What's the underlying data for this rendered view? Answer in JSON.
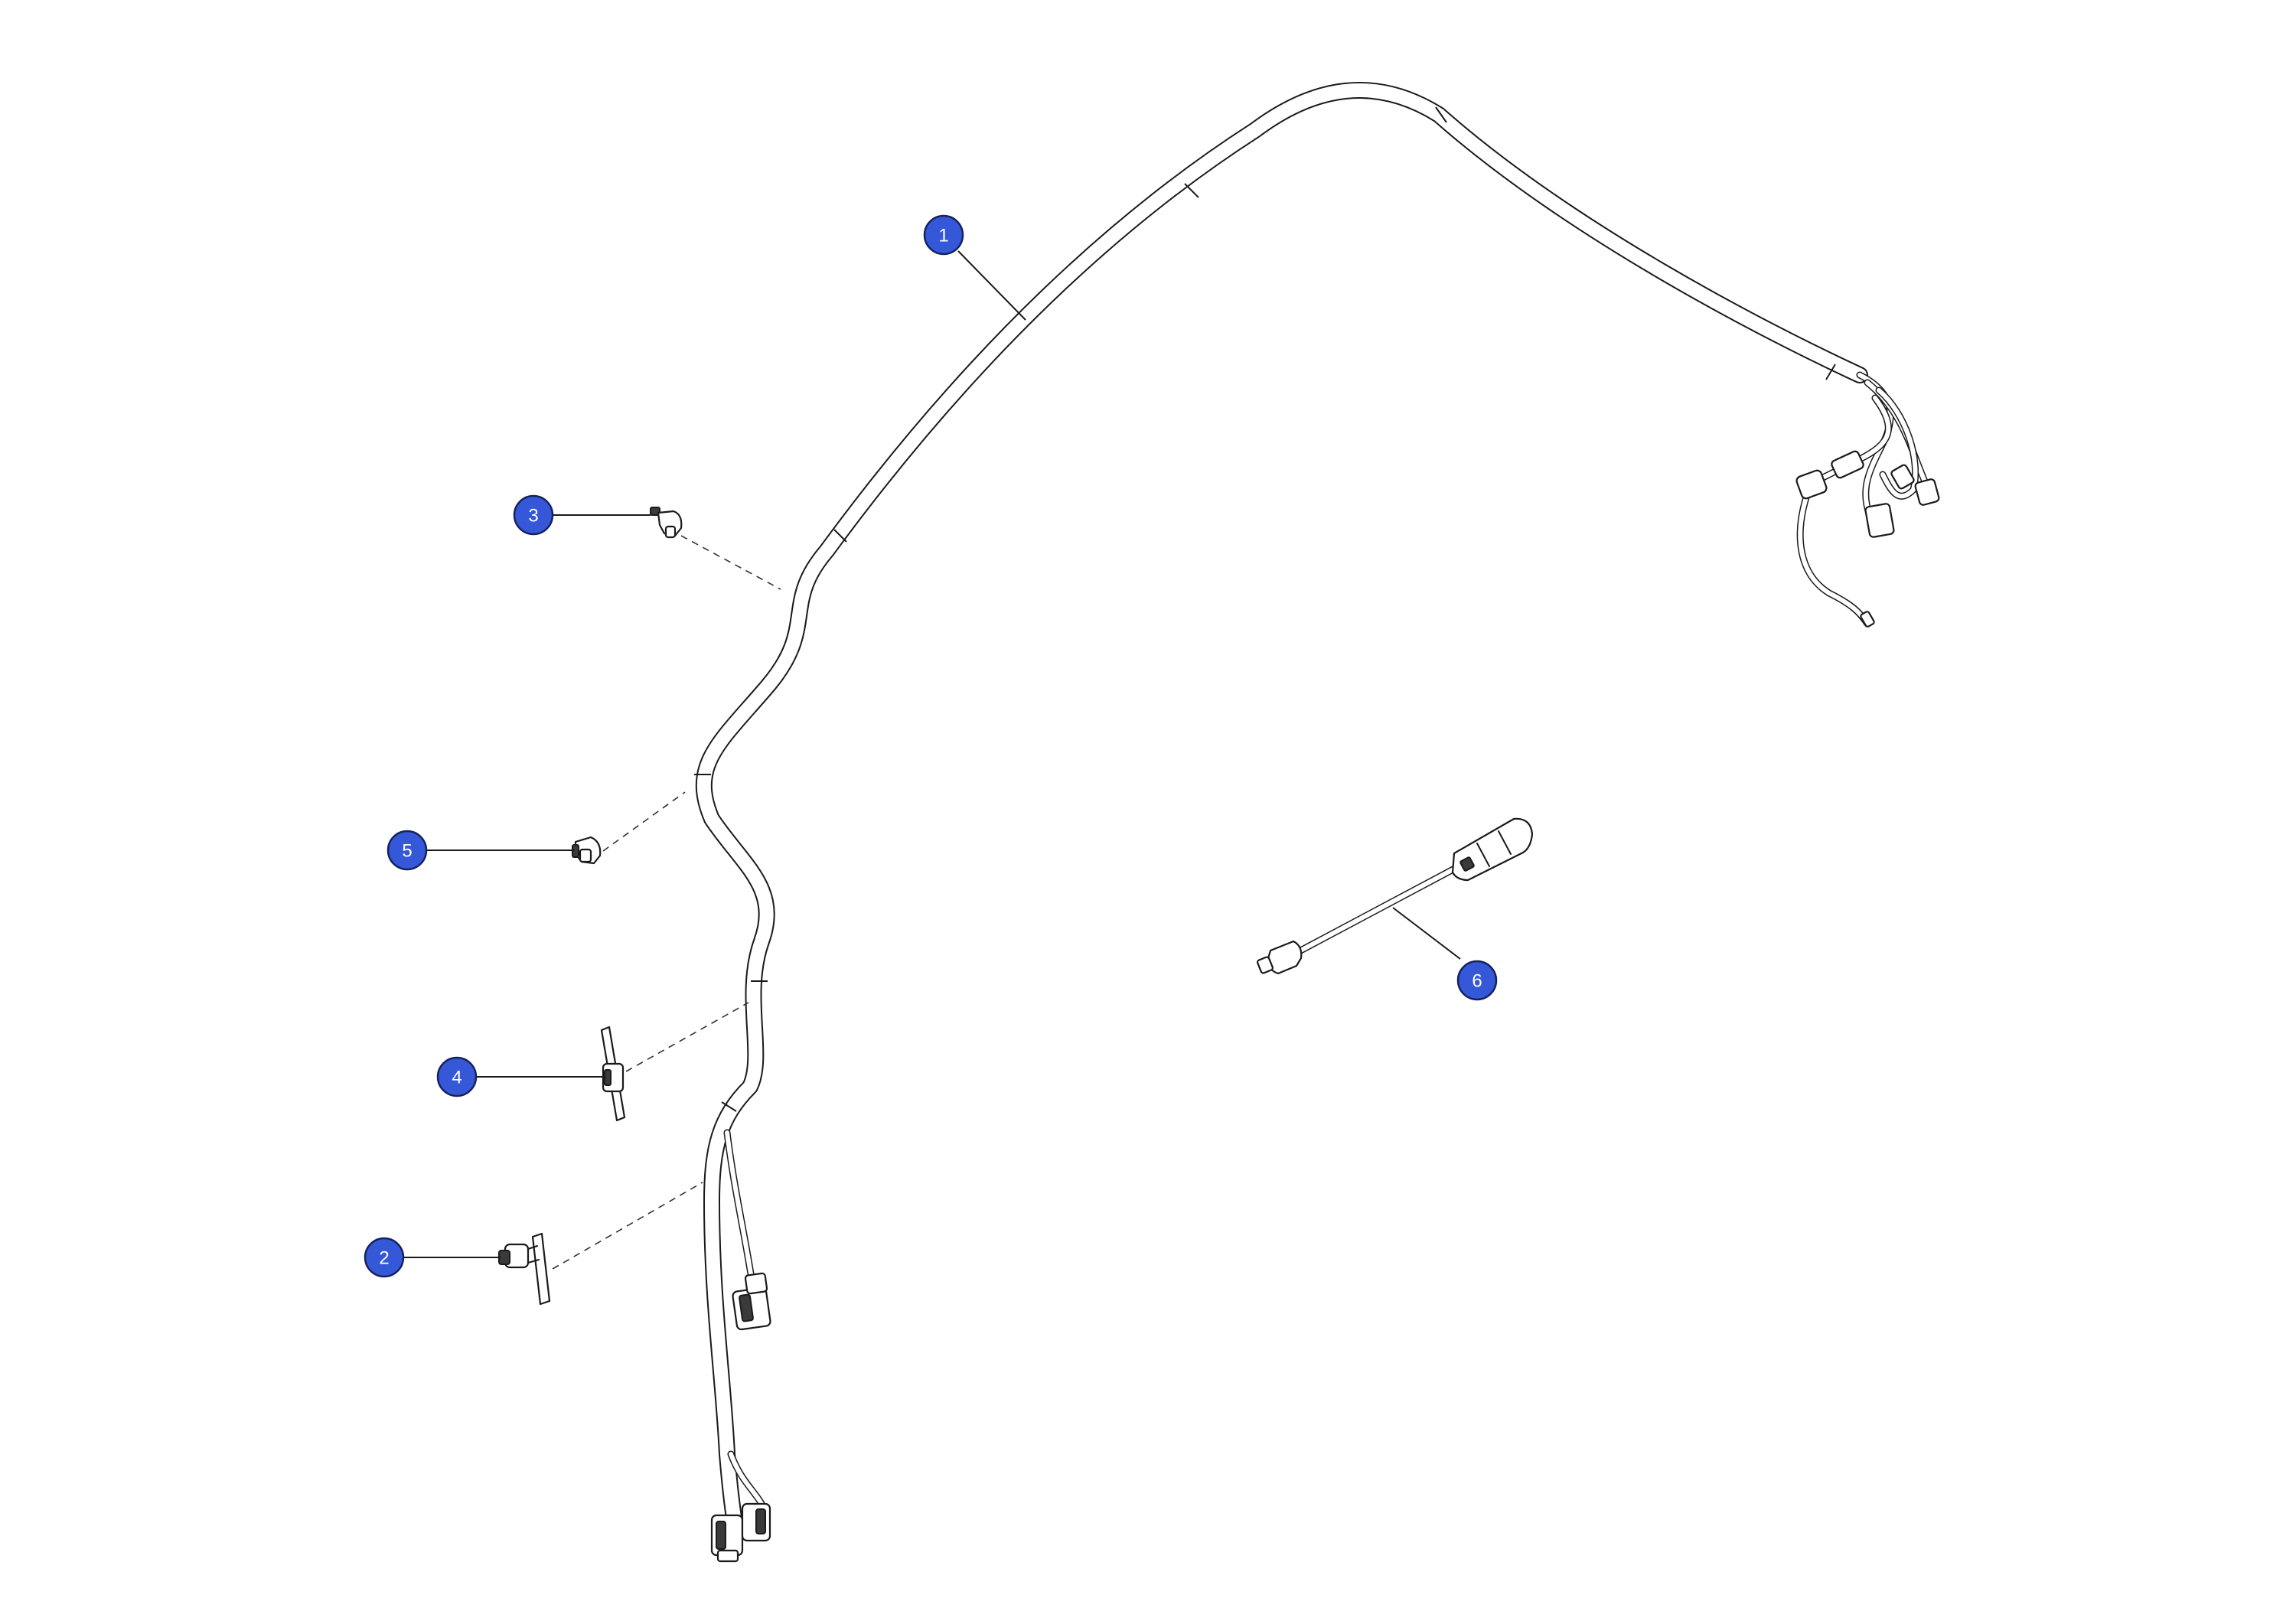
{
  "diagram": {
    "accent_color": "#3458d8",
    "callouts": [
      {
        "id": "1",
        "label": "1"
      },
      {
        "id": "2",
        "label": "2"
      },
      {
        "id": "3",
        "label": "3"
      },
      {
        "id": "4",
        "label": "4"
      },
      {
        "id": "5",
        "label": "5"
      },
      {
        "id": "6",
        "label": "6"
      }
    ],
    "parts": [
      {
        "callout": "1",
        "icon": "wire-harness-icon"
      },
      {
        "callout": "2",
        "icon": "bracket-clip-icon"
      },
      {
        "callout": "3",
        "icon": "push-clip-icon"
      },
      {
        "callout": "4",
        "icon": "strap-clip-icon"
      },
      {
        "callout": "5",
        "icon": "retainer-clip-icon"
      },
      {
        "callout": "6",
        "icon": "jumper-harness-icon"
      }
    ]
  }
}
